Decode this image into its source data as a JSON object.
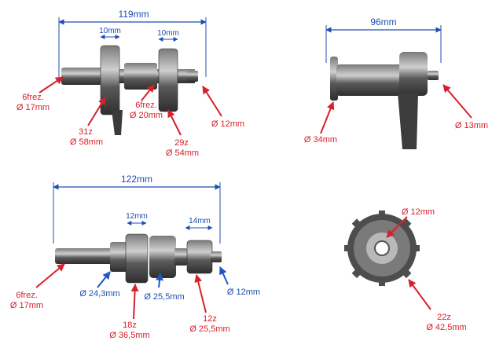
{
  "colors": {
    "dimension": "#1d4fae",
    "red_marker": "#d8202a",
    "blue_marker": "#1f56c4",
    "metal": "#4a4a4a"
  },
  "parts": [
    {
      "name": "upper-left-shaft",
      "overall_length": "119mm",
      "gear_width_1": "10mm",
      "gear_width_2": "10mm",
      "spline_left": [
        "6frez.",
        "Ø 17mm"
      ],
      "gear_big": [
        "31z",
        "Ø 58mm"
      ],
      "spline_mid": [
        "6frez.",
        "Ø 20mm"
      ],
      "gear_small": [
        "29z",
        "Ø 54mm"
      ],
      "right_end": "Ø 12mm"
    },
    {
      "name": "upper-right-shift-drum",
      "overall_length": "96mm",
      "left_diameter": "Ø 34mm",
      "right_diameter": "Ø 13mm"
    },
    {
      "name": "lower-left-shaft",
      "overall_length": "122mm",
      "gear_width_1": "12mm",
      "gear_width_2": "14mm",
      "spline_left": [
        "6frez.",
        "Ø 17mm"
      ],
      "blue_1": "Ø 24,3mm",
      "blue_2": "Ø 25,5mm",
      "blue_3": "Ø 12mm",
      "gear_large": [
        "18z",
        "Ø 36,5mm"
      ],
      "gear_small": [
        "12z",
        "Ø 25,5mm"
      ]
    },
    {
      "name": "lower-right-gear",
      "bore": "Ø 12mm",
      "gear": [
        "22z",
        "Ø 42,5mm"
      ]
    }
  ]
}
